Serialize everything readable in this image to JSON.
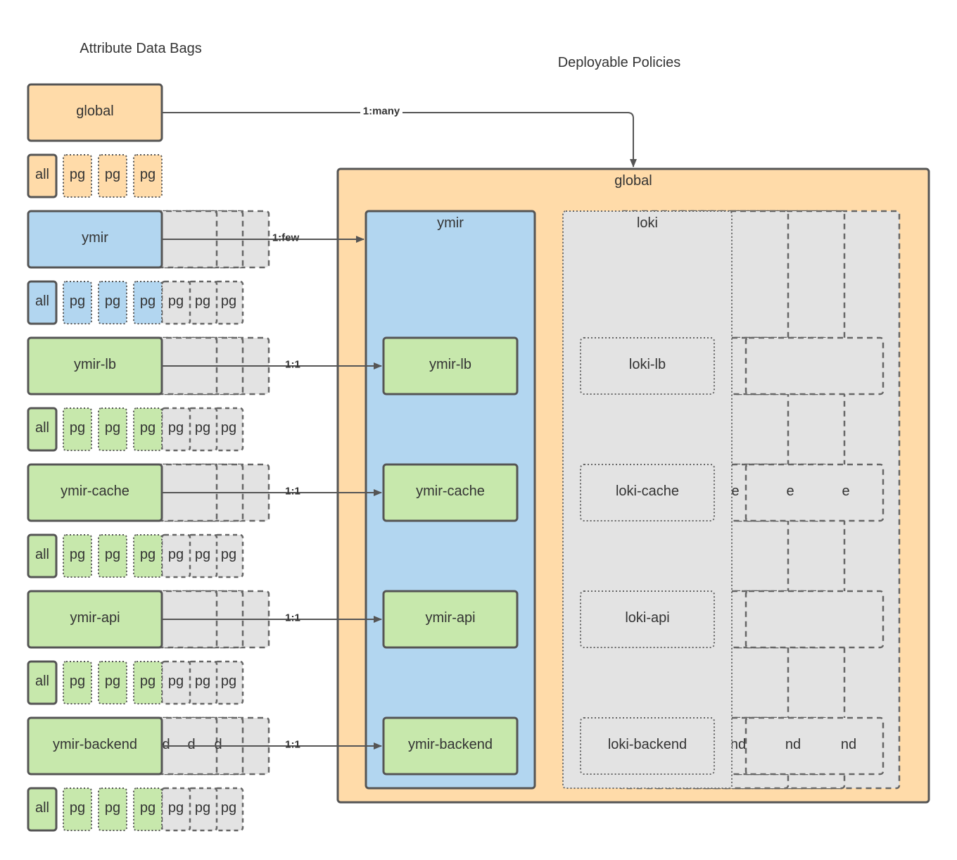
{
  "titles": {
    "left": "Attribute Data Bags",
    "right": "Deployable Policies"
  },
  "colors": {
    "orange": "#ffdba9",
    "blue": "#b2d6f0",
    "green": "#c7e8ac",
    "gray": "#e3e3e3",
    "stroke": "#555555",
    "text": "#333333"
  },
  "bags": [
    {
      "label": "global",
      "color": "orange",
      "ghost": false,
      "all_label": "all",
      "pg_labels": [
        "pg",
        "pg",
        "pg"
      ],
      "ghost_pg_labels": []
    },
    {
      "label": "ymir",
      "color": "blue",
      "ghost": true,
      "ghost_fragment": "",
      "all_label": "all",
      "pg_labels": [
        "pg",
        "pg",
        "pg"
      ],
      "ghost_pg_labels": [
        "pg",
        "pg",
        "pg"
      ]
    },
    {
      "label": "ymir-lb",
      "color": "green",
      "ghost": true,
      "ghost_fragment": "",
      "all_label": "all",
      "pg_labels": [
        "pg",
        "pg",
        "pg"
      ],
      "ghost_pg_labels": [
        "pg",
        "pg",
        "pg"
      ]
    },
    {
      "label": "ymir-cache",
      "color": "green",
      "ghost": true,
      "ghost_fragment": "",
      "all_label": "all",
      "pg_labels": [
        "pg",
        "pg",
        "pg"
      ],
      "ghost_pg_labels": [
        "pg",
        "pg",
        "pg"
      ]
    },
    {
      "label": "ymir-api",
      "color": "green",
      "ghost": true,
      "ghost_fragment": "",
      "all_label": "all",
      "pg_labels": [
        "pg",
        "pg",
        "pg"
      ],
      "ghost_pg_labels": [
        "pg",
        "pg",
        "pg"
      ]
    },
    {
      "label": "ymir-backend",
      "color": "green",
      "ghost": true,
      "ghost_fragment": "d",
      "all_label": "all",
      "pg_labels": [
        "pg",
        "pg",
        "pg"
      ],
      "ghost_pg_labels": [
        "pg",
        "pg",
        "pg"
      ]
    }
  ],
  "relations": [
    "1:many",
    "1:few",
    "1:1",
    "1:1",
    "1:1",
    "1:1"
  ],
  "policies": {
    "global_label": "global",
    "ymir": {
      "label": "ymir",
      "children": [
        "ymir-lb",
        "ymir-cache",
        "ymir-api",
        "ymir-backend"
      ]
    },
    "loki": {
      "label": "loki",
      "children": [
        "loki-lb",
        "loki-cache",
        "loki-api",
        "loki-backend"
      ]
    },
    "ghost_fragments": [
      "",
      "e",
      "",
      "nd"
    ]
  }
}
